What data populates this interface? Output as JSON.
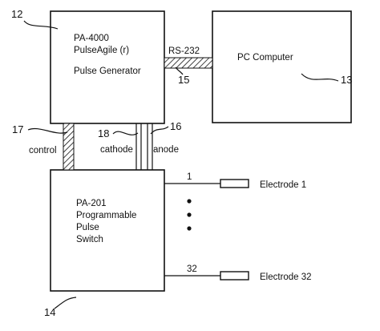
{
  "pulse_generator": {
    "ref": "12",
    "line1": "PA-4000",
    "line2": "PulseAgile (r)",
    "line3": "Pulse Generator"
  },
  "pc": {
    "ref": "13",
    "label": "PC Computer"
  },
  "serial_link": {
    "ref": "15",
    "label": "RS-232"
  },
  "switch": {
    "ref": "14",
    "line1": "PA-201",
    "line2": "Programmable",
    "line3": "Pulse",
    "line4": "Switch"
  },
  "cables": {
    "control": {
      "ref": "17",
      "label": "control"
    },
    "cathode": {
      "ref": "18",
      "label": "cathode"
    },
    "anode": {
      "ref": "16",
      "label": "anode"
    }
  },
  "electrodes": [
    {
      "channel": "1",
      "label": "Electrode 1"
    },
    {
      "channel": "32",
      "label": "Electrode 32"
    }
  ]
}
